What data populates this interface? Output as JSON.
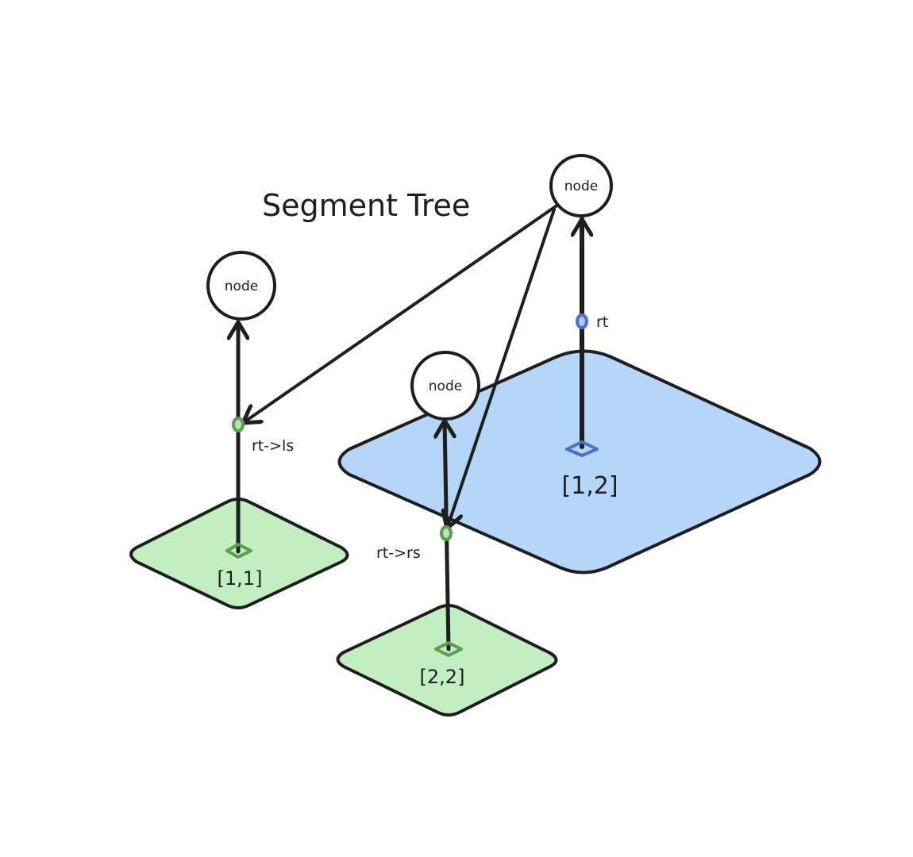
{
  "title": "Segment Tree",
  "nodes": [
    {
      "label": "node"
    },
    {
      "label": "node"
    },
    {
      "label": "node"
    }
  ],
  "pointers": {
    "root": "rt",
    "left": "rt->ls",
    "right": "rt->rs"
  },
  "ranges": {
    "root": "[1,2]",
    "left": "[1,1]",
    "right": "[2,2]"
  },
  "colors": {
    "root_fill": "#b5d5f9",
    "leaf_fill": "#c2eec2",
    "stroke": "#1e1e1e",
    "green_marker": "#5a9e50",
    "blue_marker": "#4a72c4"
  }
}
